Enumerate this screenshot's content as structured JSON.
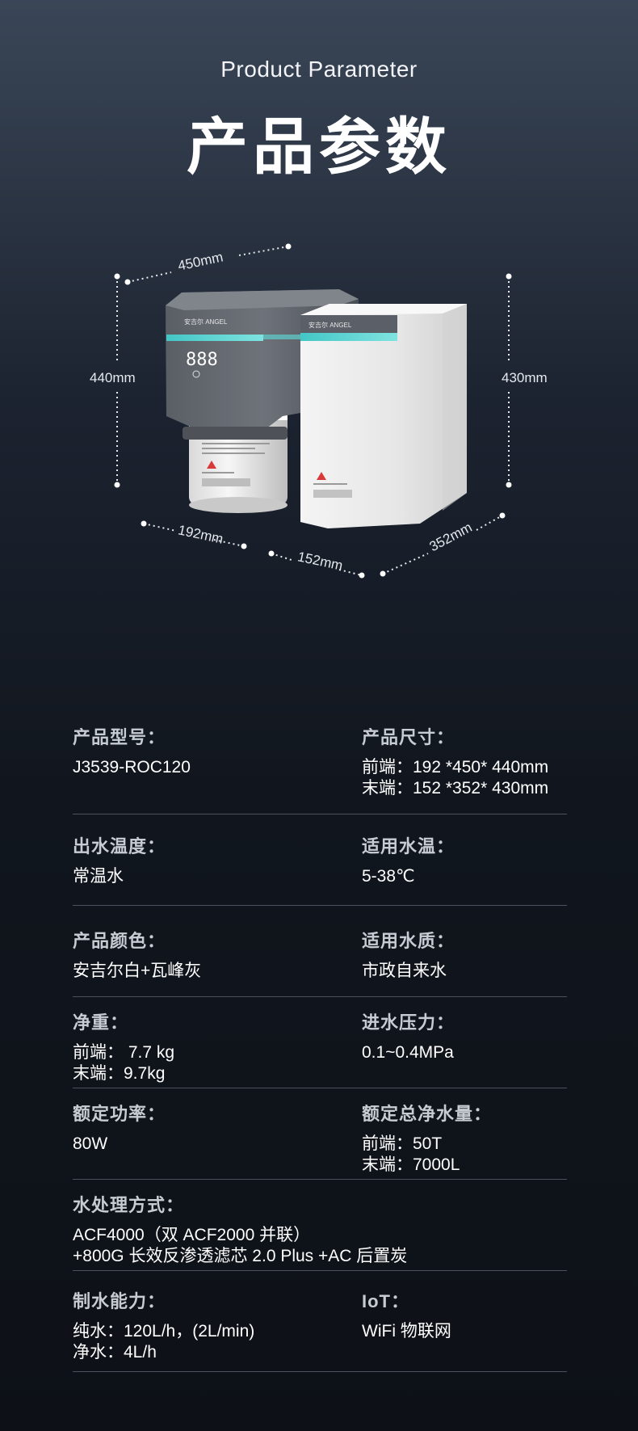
{
  "header": {
    "subtitle": "Product Parameter",
    "title": "产品参数"
  },
  "product": {
    "brand_text": "安吉尔 ANGEL",
    "display_digits": "888",
    "dimensions": {
      "front_width": "450mm",
      "front_height": "440mm",
      "back_height": "430mm",
      "front_depth": "192mm",
      "back_width": "152mm",
      "back_depth": "352mm"
    }
  },
  "specs": [
    {
      "left": {
        "label": "产品型号：",
        "lines": [
          "J3539-ROC120"
        ]
      },
      "right": {
        "label": "产品尺寸：",
        "lines": [
          "前端：192 *450* 440mm",
          "末端：152 *352* 430mm"
        ]
      }
    },
    {
      "left": {
        "label": "出水温度：",
        "lines": [
          "常温水"
        ]
      },
      "right": {
        "label": "适用水温：",
        "lines": [
          "5-38℃"
        ]
      }
    },
    {
      "left": {
        "label": "产品颜色：",
        "lines": [
          "安吉尔白+瓦峰灰"
        ]
      },
      "right": {
        "label": "适用水质：",
        "lines": [
          "市政自来水"
        ]
      }
    },
    {
      "left": {
        "label": "净重：",
        "lines": [
          "前端： 7.7 kg",
          "末端：9.7kg"
        ]
      },
      "right": {
        "label": "进水压力：",
        "lines": [
          "0.1~0.4MPa"
        ]
      }
    },
    {
      "left": {
        "label": "额定功率：",
        "lines": [
          "80W"
        ]
      },
      "right": {
        "label": "额定总净水量：",
        "lines": [
          "前端：50T",
          "末端：7000L"
        ]
      }
    },
    {
      "left": {
        "label": "水处理方式：",
        "lines": [
          "ACF4000（双 ACF2000 并联）",
          "+800G 长效反渗透滤芯 2.0 Plus +AC 后置炭"
        ]
      }
    },
    {
      "left": {
        "label": "制水能力：",
        "lines": [
          "纯水：120L/h，(2L/min)",
          "净水：4L/h"
        ]
      },
      "right": {
        "label": "IoT：",
        "lines": [
          "WiFi 物联网"
        ]
      }
    }
  ]
}
